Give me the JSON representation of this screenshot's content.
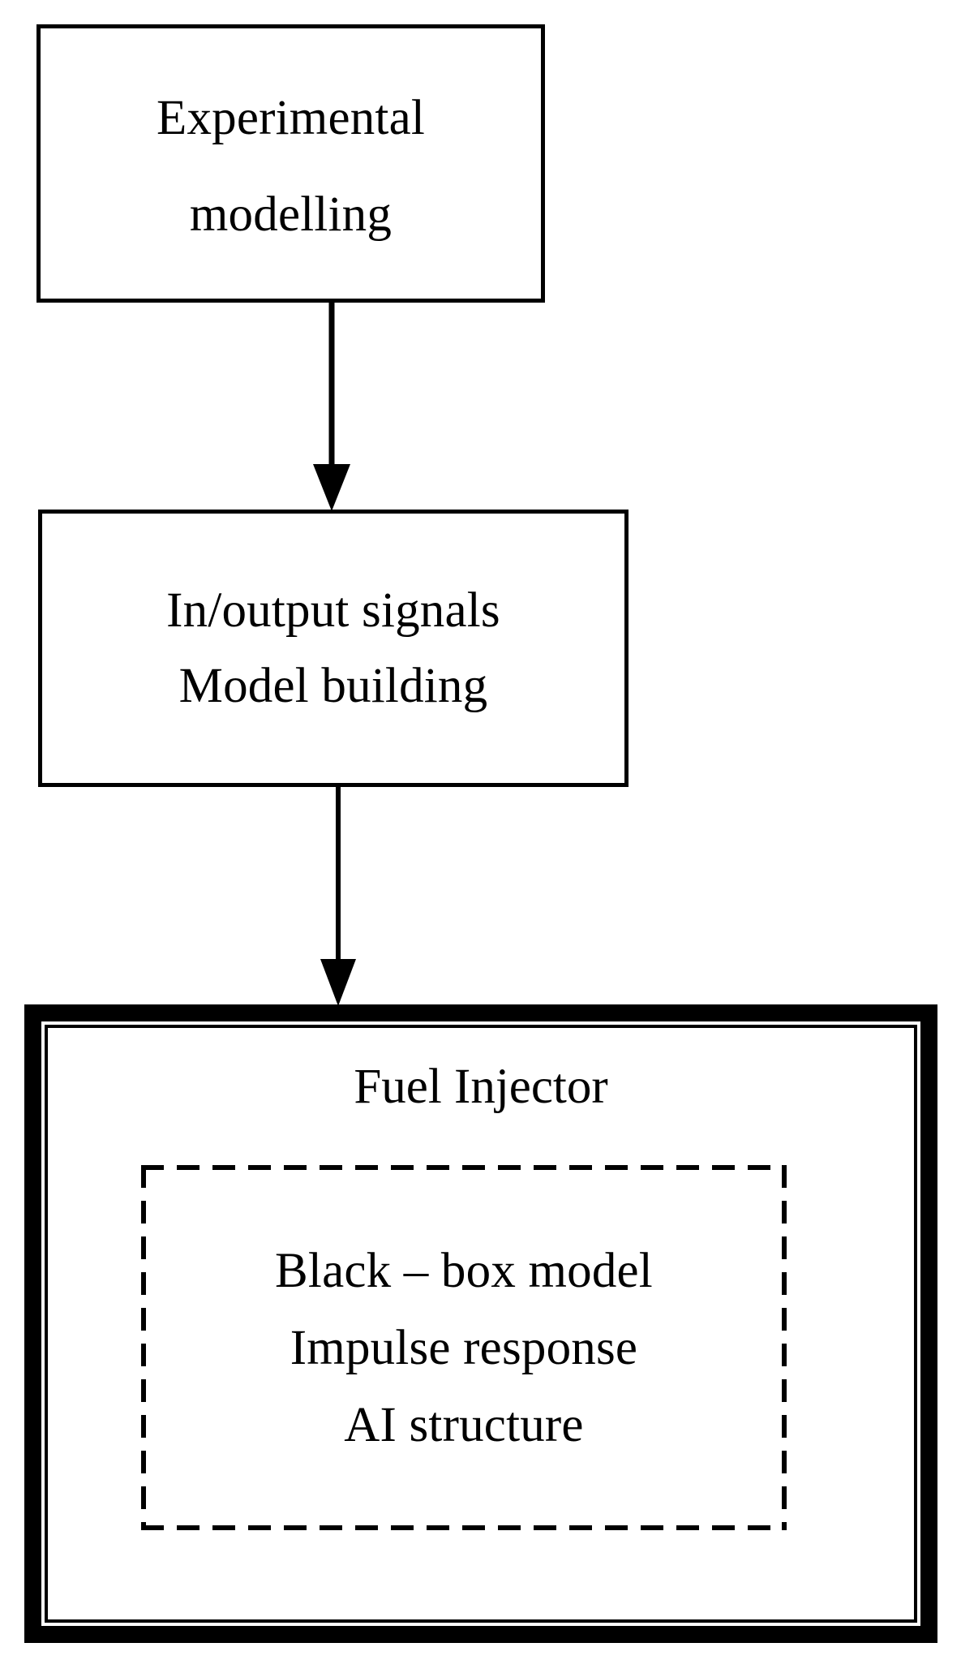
{
  "diagram": {
    "type": "flowchart",
    "orientation": "vertical-top-down",
    "nodes": [
      {
        "id": "experimental-modelling",
        "shape": "rectangle",
        "border": "solid-thin",
        "lines": [
          "Experimental",
          "modelling"
        ]
      },
      {
        "id": "model-building",
        "shape": "rectangle",
        "border": "solid-thin",
        "lines": [
          "In/output signals",
          "Model building"
        ]
      },
      {
        "id": "fuel-injector",
        "shape": "rectangle",
        "border": "double-thick",
        "title": "Fuel Injector",
        "inner": {
          "id": "model-details",
          "shape": "rectangle",
          "border": "dashed",
          "lines": [
            "Black – box model",
            "Impulse response",
            "AI structure"
          ]
        }
      }
    ],
    "edges": [
      {
        "id": "experimental-to-model",
        "from": "experimental-modelling",
        "to": "model-building",
        "style": "solid-arrow-down",
        "label": ""
      },
      {
        "id": "model-to-injector",
        "from": "model-building",
        "to": "fuel-injector",
        "style": "solid-arrow-down",
        "label": ""
      }
    ],
    "colors": {
      "stroke": "#000000",
      "fill": "#ffffff",
      "text": "#000000"
    }
  }
}
